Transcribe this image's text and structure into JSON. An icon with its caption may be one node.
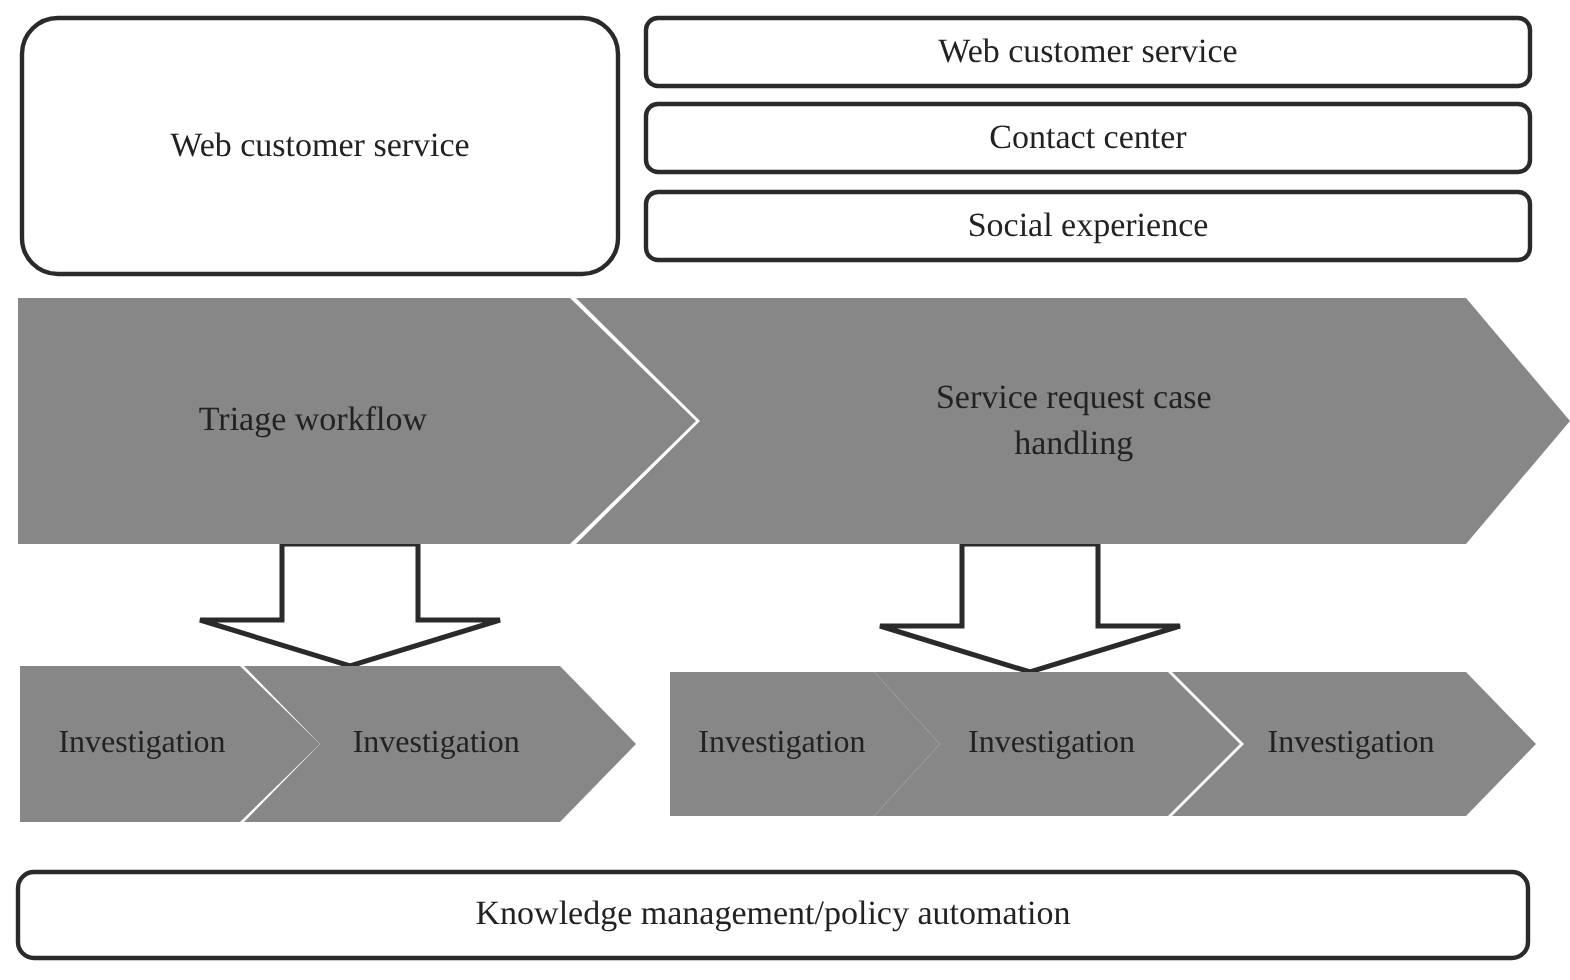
{
  "diagram": {
    "nodes": [
      {
        "text": [
          "Web customer service"
        ]
      },
      {
        "text": [
          "Web customer service"
        ]
      },
      {
        "text": [
          "Contact center"
        ]
      },
      {
        "text": [
          "Social experience"
        ]
      },
      {
        "text": [
          "Triage workflow"
        ]
      },
      {
        "text": [
          "Service request case handling"
        ]
      },
      {
        "text": [
          "Investigation"
        ]
      },
      {
        "text": [
          "Investigation"
        ]
      },
      {
        "text": [
          "Investigation"
        ]
      },
      {
        "text": [
          "Investigation"
        ]
      },
      {
        "text": [
          "Investigation"
        ]
      },
      {
        "text": [
          "Knowledge management/policy automation"
        ]
      }
    ],
    "edges": [
      {
        "from": 4,
        "to": 7,
        "arrow": "to"
      },
      {
        "from": 5,
        "to": 9,
        "arrow": "to"
      }
    ]
  }
}
